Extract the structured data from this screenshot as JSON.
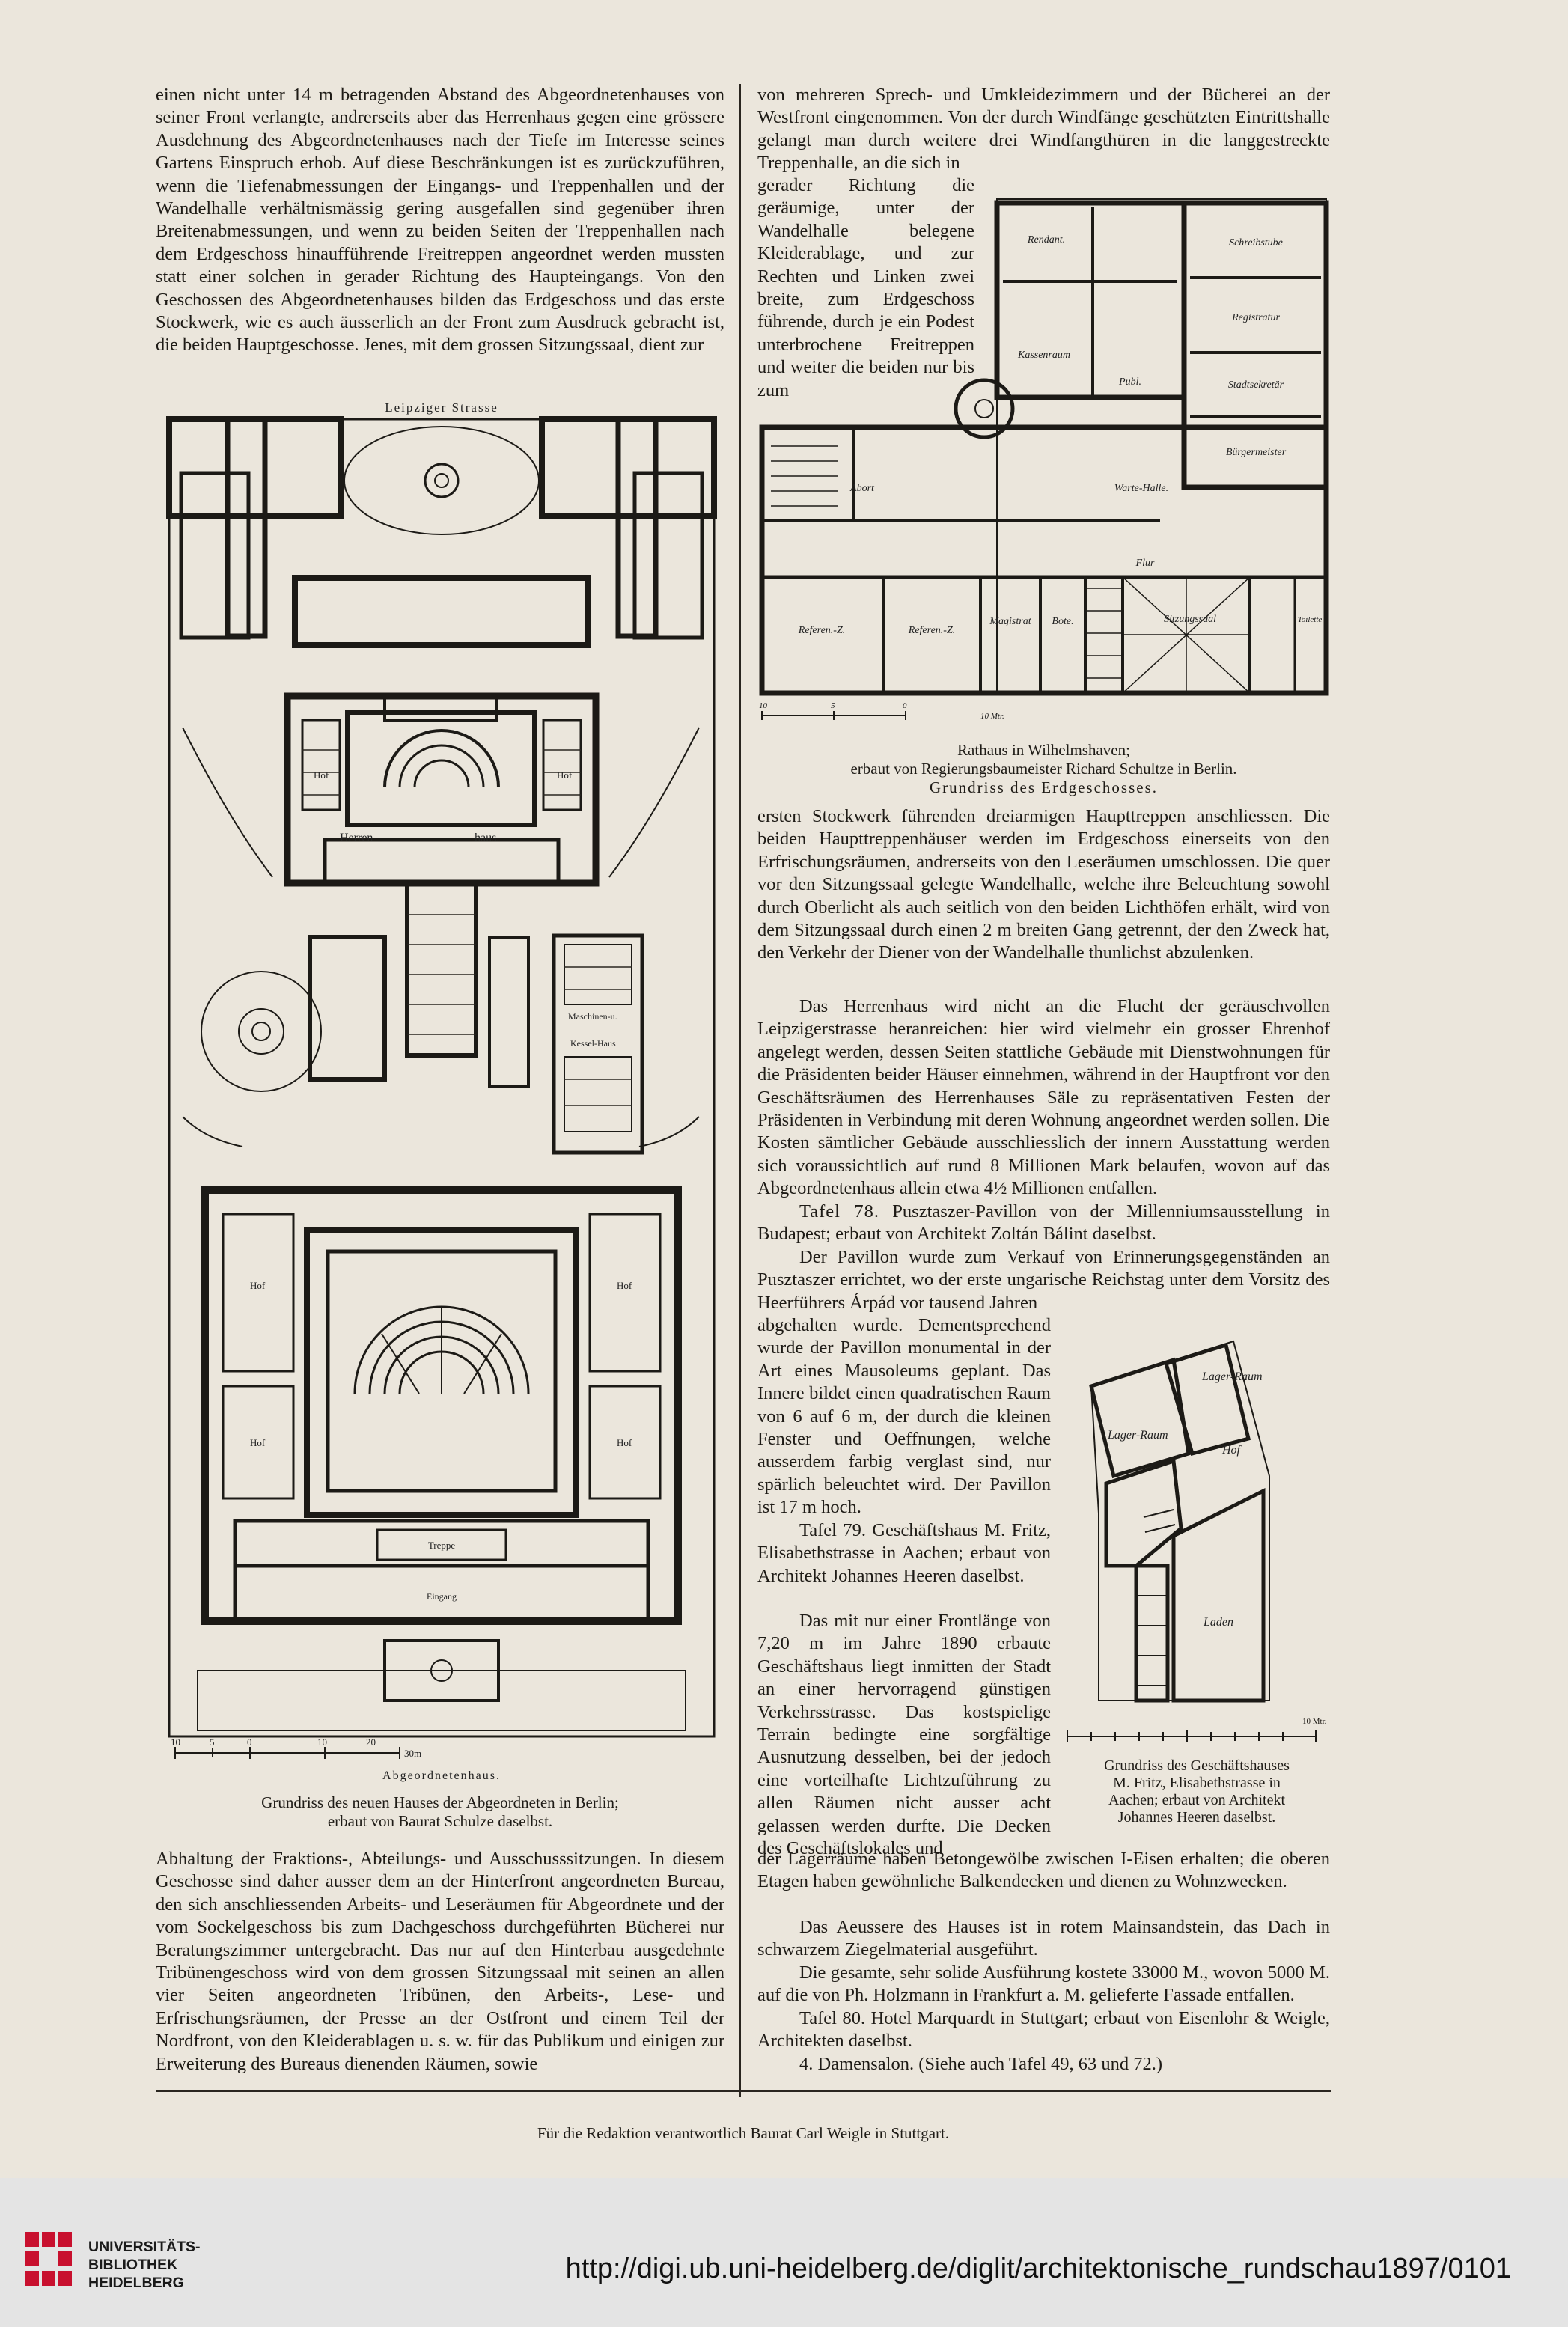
{
  "left_top": {
    "p1": "einen nicht unter 14 m betragenden Abstand des Abgeordnetenhauses von seiner Front verlangte, andrerseits aber das Herrenhaus gegen eine grössere Ausdehnung des Abgeordnetenhauses nach der Tiefe im Interesse seines Gartens Einspruch erhob. Auf diese Beschränkungen ist es zurückzuführen, wenn die Tiefenabmessungen der Eingangs- und Treppenhallen und der Wandelhalle verhältnismässig gering ausgefallen sind gegenüber ihren Breitenabmessungen, und wenn zu beiden Seiten der Treppenhallen nach dem Erdgeschoss hinaufführende Freitreppen angeordnet werden mussten statt einer solchen in gerader Richtung des Haupteingangs. Von den Geschossen des Abgeordnetenhauses bilden das Erdgeschoss und das erste Stockwerk, wie es auch äusserlich an der Front zum Ausdruck gebracht ist, die beiden Hauptgeschosse. Jenes, mit dem grossen Sitzungssaal, dient zur"
  },
  "plan_berlin": {
    "street_top": "Leipziger Strasse",
    "label_hof": "Hof",
    "label_herren": "Herren",
    "label_haus": "haus.",
    "label_maschinen": "Maschinen-u.",
    "label_kessel": "Kessel-Haus",
    "label_treppe": "Treppe",
    "label_eingang": "Eingang",
    "label_bottom": "Abgeordnetenhaus.",
    "scale_numbers": [
      "10",
      "5",
      "0",
      "10",
      "20",
      "30m"
    ],
    "caption_1": "Grundriss des neuen Hauses der Abgeordneten in Berlin;",
    "caption_2": "erbaut von Baurat Schulze daselbst."
  },
  "left_bottom": {
    "p1": "Abhaltung der Fraktions-, Abteilungs- und Ausschusssitzungen. In diesem Geschosse sind daher ausser dem an der Hinterfront angeordneten Bureau, den sich anschliessenden Arbeits- und Leseräumen für Abgeordnete und der vom Sockelgeschoss bis zum Dachgeschoss durchgeführten Bücherei nur Beratungszimmer untergebracht. Das nur auf den Hinterbau ausgedehnte Tribünengeschoss wird von dem grossen Sitzungssaal mit seinen an allen vier Seiten angeordneten Tribünen, den Arbeits-, Lese- und Erfrischungsräumen, der Presse an der Ostfront und einem Teil der Nordfront, von den Kleiderablagen u. s. w. für das Publikum und einigen zur Erweiterung des Bureaus dienenden Räumen, sowie"
  },
  "right_top": {
    "p1a": "von mehreren Sprech- und Umkleidezimmern und der Bücherei an der Westfront eingenommen. Von der durch Windfänge geschützten Eintrittshalle gelangt man durch weitere drei Windfangthüren in die langgestreckte Treppenhalle, an die sich in",
    "p1b": "gerader Richtung die geräumige, unter der Wandelhalle belegene Kleiderablage, und zur Rechten und Linken zwei breite, zum Erdgeschoss führende, durch je ein Podest unterbrochene Freitreppen und weiter die beiden nur bis zum"
  },
  "plan_wilhelmshaven": {
    "rooms": [
      "Rendant.",
      "Schreibstube",
      "Kassenraum",
      "Registratur",
      "Publ.",
      "Stadtsekretär",
      "Warte-Halle.",
      "Bürgermeister",
      "Abort",
      "Flur",
      "Referen.-Z.",
      "Referen.-Z.",
      "Magistrat",
      "Bote.",
      "Sitzungssaal",
      "Toilette"
    ],
    "scale": [
      "10",
      "5",
      "0",
      "10 Mtr."
    ],
    "caption_1": "Rathaus in Wilhelmshaven;",
    "caption_2": "erbaut von Regierungsbaumeister Richard Schultze in Berlin.",
    "caption_3": "Grundriss des Erdgeschosses."
  },
  "right_mid": {
    "p1": "ersten Stockwerk führenden dreiarmigen Haupttreppen anschliessen. Die beiden Haupttreppenhäuser werden im Erdgeschoss einerseits von den Erfrischungsräumen, andrerseits von den Leseräumen umschlossen. Die quer vor den Sitzungssaal gelegte Wandelhalle, welche ihre Beleuchtung sowohl durch Oberlicht als auch seitlich von den beiden Lichthöfen erhält, wird von dem Sitzungssaal durch einen 2 m breiten Gang getrennt, der den Zweck hat, den Verkehr der Diener von der Wandelhalle thunlichst abzulenken.",
    "p2": "Das Herrenhaus wird nicht an die Flucht der geräuschvollen Leipzigerstrasse heranreichen: hier wird vielmehr ein grosser Ehrenhof angelegt werden, dessen Seiten stattliche Gebäude mit Dienstwohnungen für die Präsidenten beider Häuser einnehmen, während in der Hauptfront vor den Geschäftsräumen des Herrenhauses Säle zu repräsentativen Festen der Präsidenten in Verbindung mit deren Wohnung angeordnet werden sollen. Die Kosten sämtlicher Gebäude ausschliesslich der innern Ausstattung werden sich voraussichtlich auf rund 8 Millionen Mark belaufen, wovon auf das Abgeordnetenhaus allein etwa 4½ Millionen entfallen.",
    "t78_head": "Tafel 78.",
    "t78_text": " Pusztaszer-Pavillon von der Millenniumsausstellung in Budapest; erbaut von Architekt Zoltán Bálint daselbst.",
    "p3a": "Der Pavillon wurde zum Verkauf von Erinnerungsgegenständen an Pusztaszer errichtet, wo der erste ungarische Reichstag unter dem Vorsitz des Heerführers Árpád vor tausend Jahren",
    "p3b": "abgehalten wurde. Dementsprechend wurde der Pavillon monumental in der Art eines Mausoleums geplant. Das Innere bildet einen quadratischen Raum von 6 auf 6 m, der durch die kleinen Fenster und Oeffnungen, welche ausserdem farbig verglast sind, nur spärlich beleuchtet wird. Der Pavillon ist 17 m hoch.",
    "t79_head": "Tafel 79.",
    "t79_text": " Geschäftshaus M. Fritz, Elisabethstrasse in Aachen; erbaut von Architekt Johannes Heeren daselbst.",
    "p4": "Das mit nur einer Frontlänge von 7,20 m im Jahre 1890 erbaute Geschäftshaus liegt inmitten der Stadt an einer hervorragend günstigen Verkehrsstrasse. Das kostspielige Terrain bedingte eine sorgfältige Ausnutzung desselben, bei der jedoch eine vorteilhafte Lichtzuführung zu allen Räumen nicht ausser acht gelassen werden durfte. Die Decken des Geschäftslokales und"
  },
  "plan_aachen": {
    "rooms": [
      "Lager-Raum",
      "Lager-Raum",
      "Hof",
      "Laden"
    ],
    "scale_end": "10 Mtr.",
    "caption_1": "Grundriss des Geschäftshauses",
    "caption_2": "M. Fritz, Elisabethstrasse in",
    "caption_3": "Aachen; erbaut von Architekt",
    "caption_4": "Johannes Heeren daselbst."
  },
  "right_bottom": {
    "p1": "der Lagerräume haben Betongewölbe zwischen I-Eisen erhalten; die oberen Etagen haben gewöhnliche Balkendecken und dienen zu Wohnzwecken.",
    "p2": "Das Aeussere des Hauses ist in rotem Mainsandstein, das Dach in schwarzem Ziegelmaterial ausgeführt.",
    "p3": "Die gesamte, sehr solide Ausführung kostete 33000 M., wovon 5000 M. auf die von Ph. Holzmann in Frankfurt a. M. gelieferte Fassade entfallen.",
    "t80_head": "Tafel 80.",
    "t80_text": " Hotel Marquardt in Stuttgart; erbaut von Eisenlohr & Weigle, Architekten daselbst.",
    "p4": "4. Damensalon. (Siehe auch Tafel 49, 63 und 72.)"
  },
  "footer": "Für die Redaktion verantwortlich Baurat Carl Weigle in Stuttgart.",
  "library": {
    "line1": "UNIVERSITÄTS-",
    "line2": "BIBLIOTHEK",
    "line3": "HEIDELBERG",
    "url": "http://digi.ub.uni-heidelberg.de/diglit/architektonische_rundschau1897/0101",
    "logo_color": "#c8102e"
  }
}
